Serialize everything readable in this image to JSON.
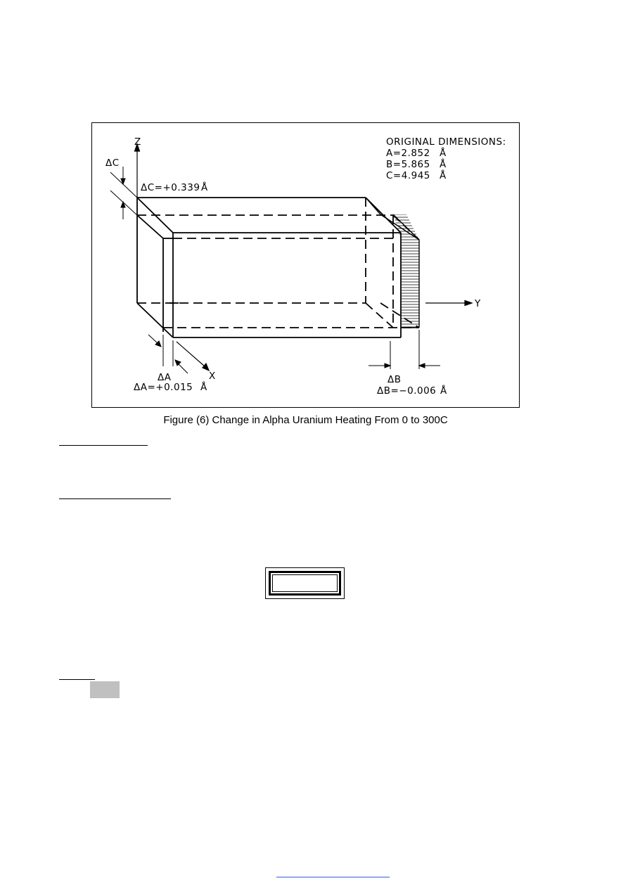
{
  "figure": {
    "axes": {
      "z": "Z",
      "y": "Y",
      "x": "X"
    },
    "original_dimensions": {
      "heading": "ORIGINAL DIMENSIONS:",
      "a": "A=2.852",
      "b": "B=5.865",
      "c": "C=4.945"
    },
    "unit": "Å",
    "delta_c_label": "ΔC",
    "delta_c_value": "ΔC=+0.339",
    "delta_a_label": "ΔA",
    "delta_a_value": "ΔA=+0.015",
    "delta_b_label": "ΔB",
    "delta_b_value": "ΔB=−0.006"
  },
  "caption": "Figure (6) Change in Alpha Uranium Heating From 0 to 300C"
}
